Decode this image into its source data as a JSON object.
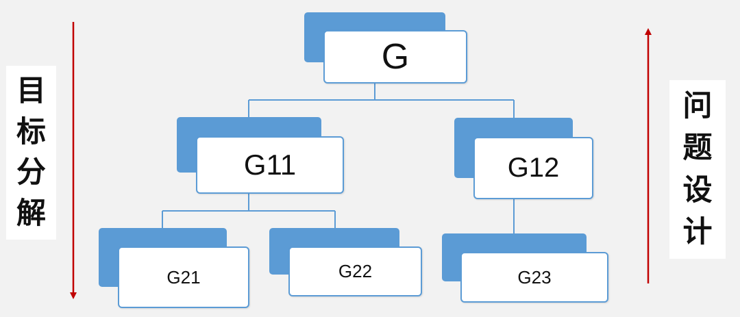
{
  "left_label": {
    "chars": [
      "目",
      "标",
      "分",
      "解"
    ]
  },
  "right_label": {
    "chars": [
      "问",
      "题",
      "设",
      "计"
    ]
  },
  "tree": {
    "root": "G",
    "level1": [
      "G11",
      "G12"
    ],
    "level2": [
      "G21",
      "G22",
      "G23"
    ]
  },
  "colors": {
    "node_back": "#5b9bd5",
    "node_border": "#5b9bd5",
    "connector": "#5b9bd5",
    "arrow": "#c00000",
    "background": "#f2f2f2"
  }
}
